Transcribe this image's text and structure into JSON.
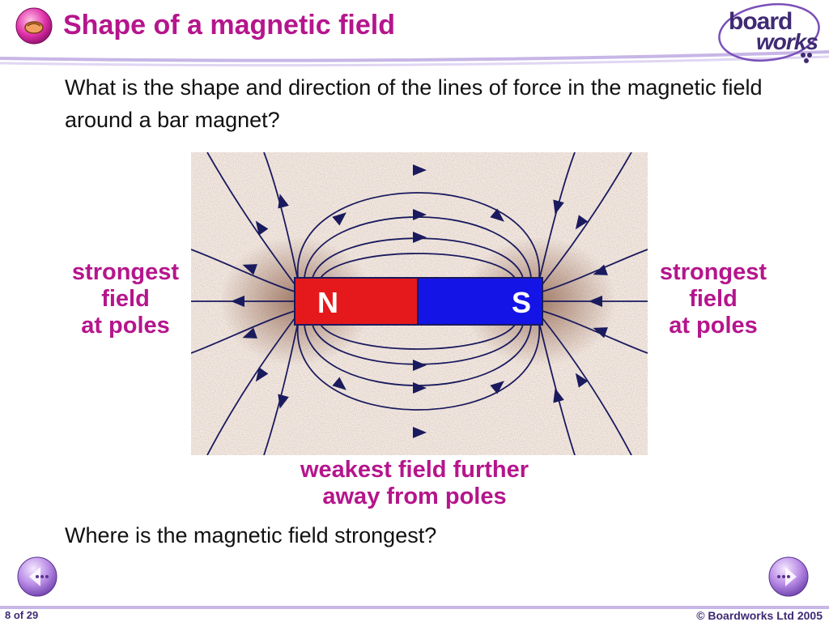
{
  "slide": {
    "title": "Shape of a magnetic field",
    "question": "What is the shape and direction of the lines of force in the magnetic field around a bar magnet?",
    "question2": "Where is the magnetic field strongest?"
  },
  "logo": {
    "line1": "board",
    "line2": "works"
  },
  "magnet": {
    "north_label": "N",
    "south_label": "S",
    "north_color": "#e5191c",
    "south_color": "#1414e6"
  },
  "labels": {
    "left": [
      "strongest",
      "field",
      "at poles"
    ],
    "right": [
      "strongest",
      "field",
      "at poles"
    ],
    "bottom": [
      "weakest field further",
      "away from poles"
    ]
  },
  "footer": {
    "page": "8 of 29",
    "copyright": "© Boardworks Ltd 2005"
  },
  "colors": {
    "accent": "#b5158c",
    "field_line": "#1a1a5e",
    "brand": "#3f2a73"
  },
  "icons": {
    "title": "magnet-hand-icon",
    "prev": "previous-arrow-icon",
    "next": "next-arrow-icon"
  }
}
